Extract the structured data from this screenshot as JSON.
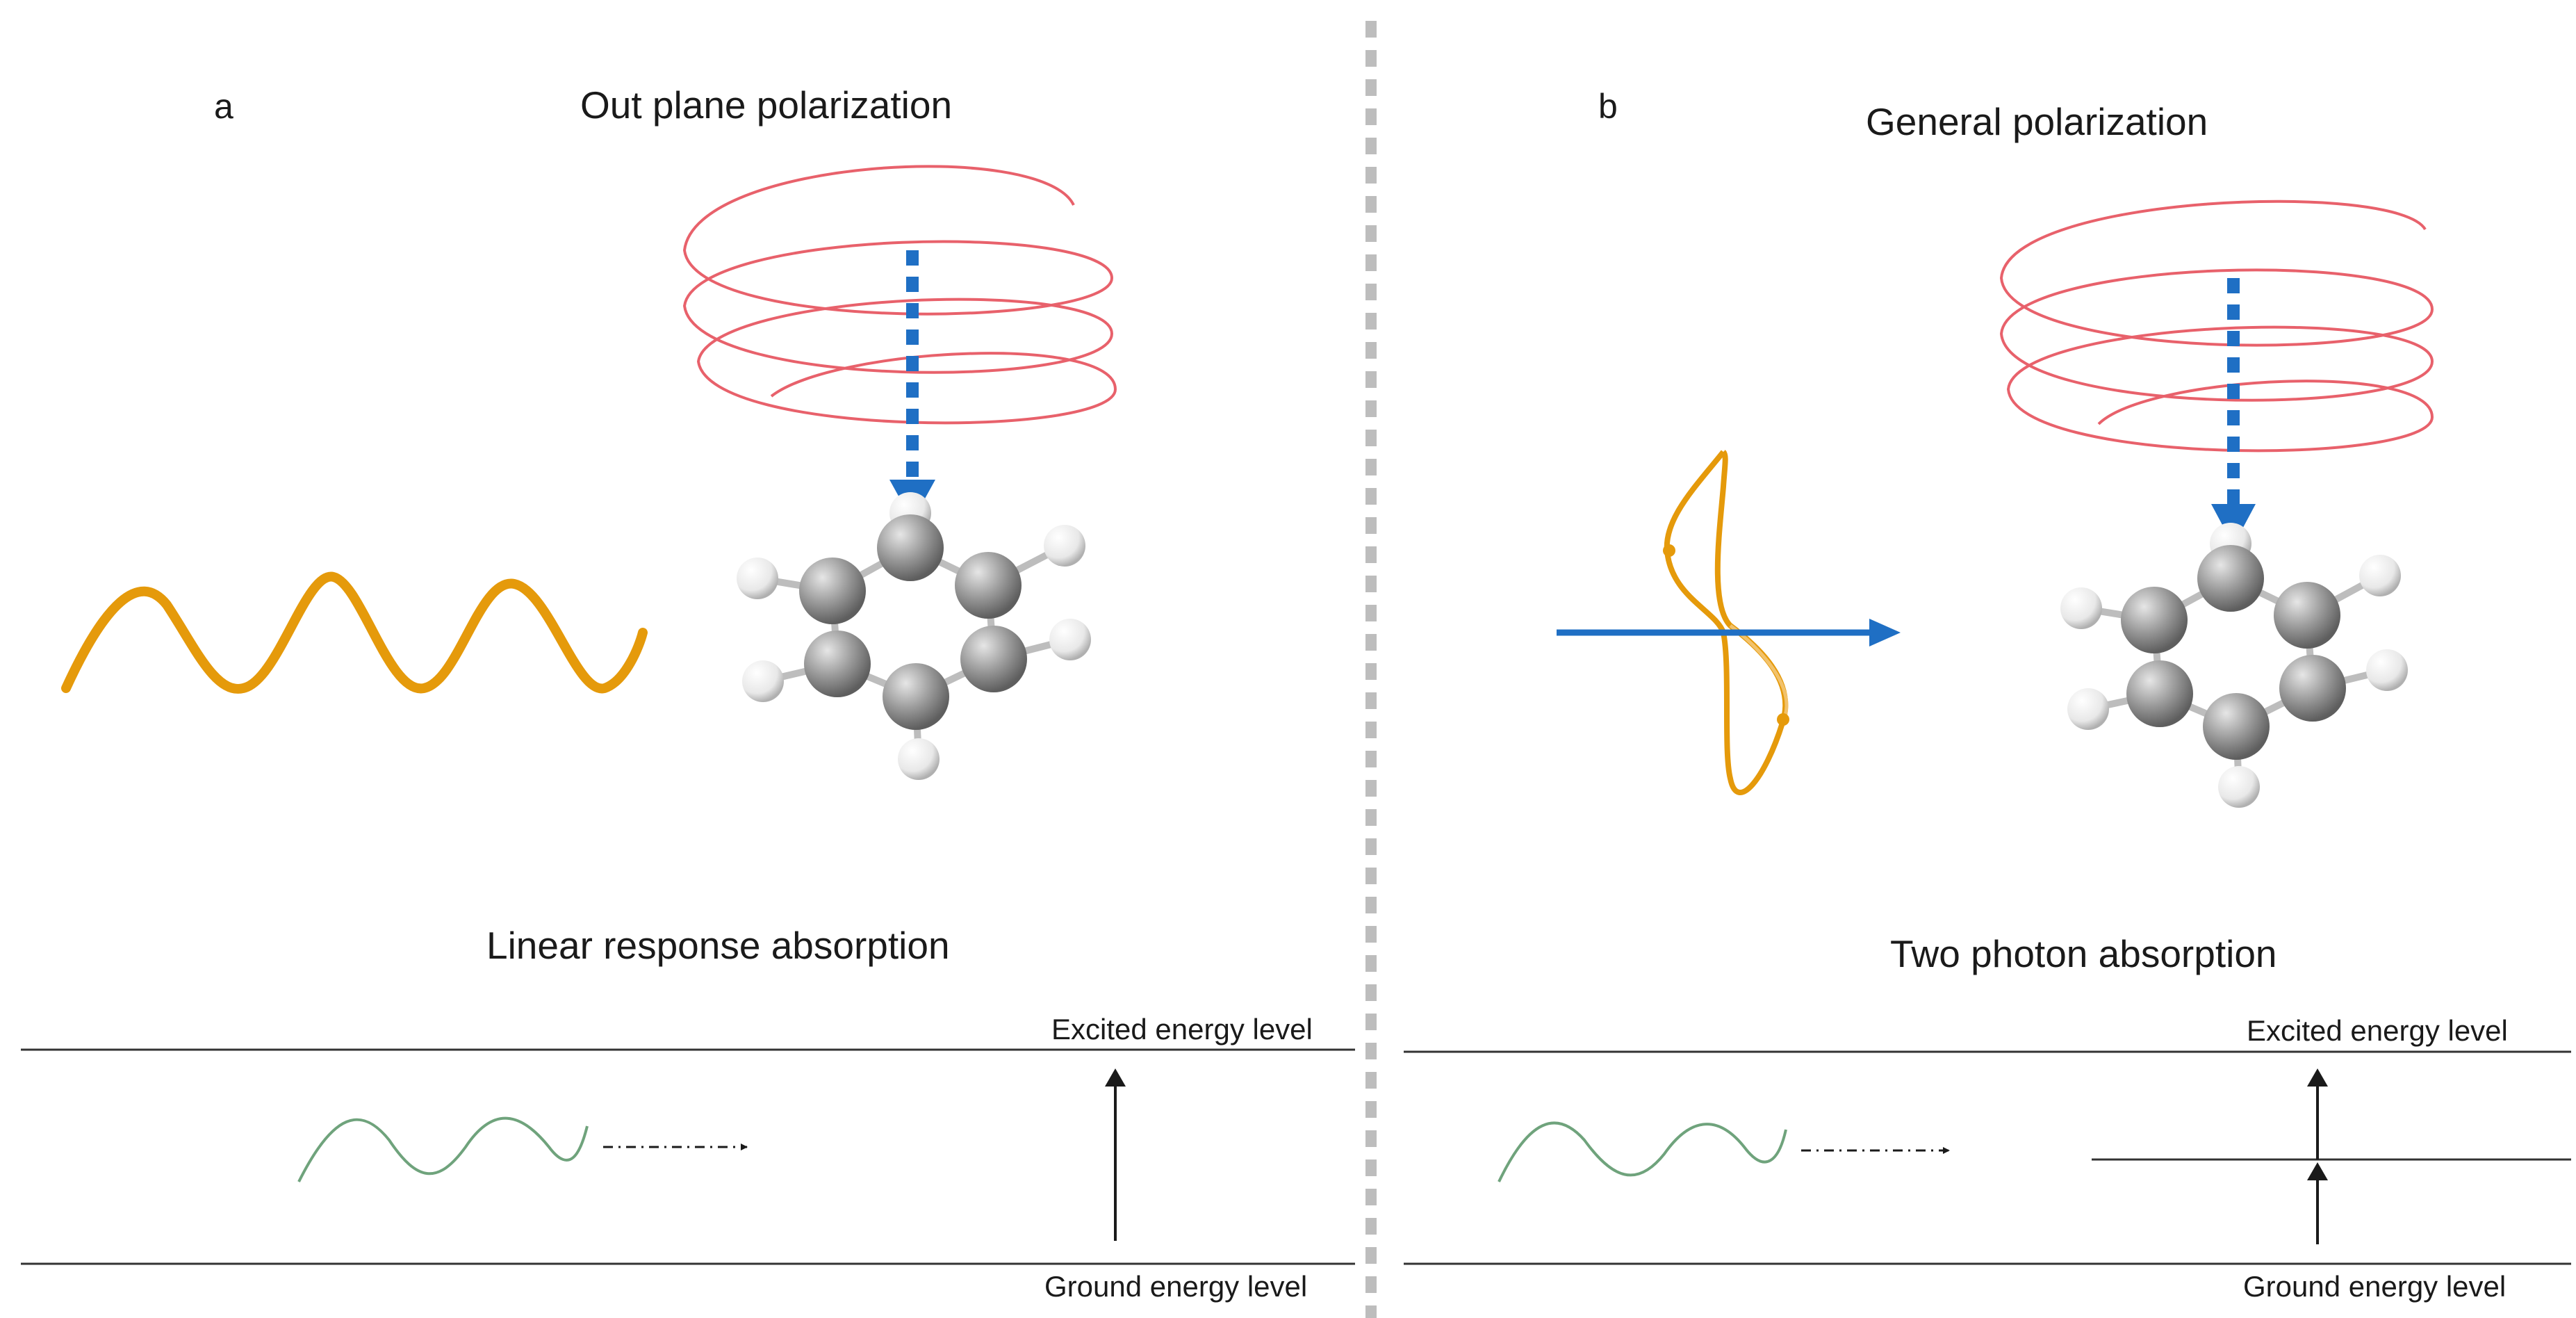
{
  "panel_a": {
    "letter": "a",
    "title": "Out plane polarization",
    "process": "Linear response absorption",
    "excited_label": "Excited energy level",
    "ground_label": "Ground energy level"
  },
  "panel_b": {
    "letter": "b",
    "title": "General polarization",
    "process": "Two photon absorption",
    "excited_label": "Excited energy level",
    "ground_label": "Ground energy level"
  },
  "colors": {
    "helix": "#e8616b",
    "wave": "#e59a0b",
    "arrow": "#1f6fc4",
    "small_wave": "#6fa37c",
    "carbon": "#8a8a8a",
    "hydrogen": "#eeeeee",
    "level_line": "#333333",
    "divider": "#bdbdbd"
  },
  "icons": {
    "molecule": "benzene-molecule-icon"
  }
}
